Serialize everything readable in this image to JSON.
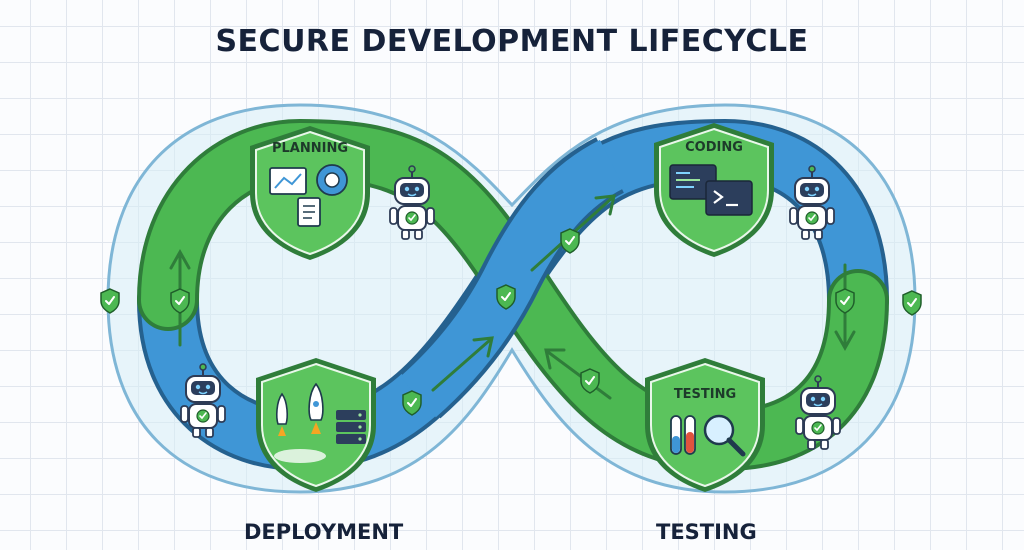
{
  "title": "SECURE DEVELOPMENT LIFECYCLE",
  "stages": {
    "planning": "PLANNING",
    "coding": "CODING",
    "testing": "TESTING",
    "deployment": "DEPLOYMENT"
  },
  "captions": {
    "deployment": "DEPLOYMENT",
    "testing": "TESTING"
  },
  "colors": {
    "green": "#4cb852",
    "green_dark": "#2f7d3a",
    "blue": "#3f96d6",
    "blue_dark": "#25618f",
    "ink": "#16223a",
    "halo": "#d7ecf6"
  },
  "icons": [
    "shield-check-icon",
    "arrow-icon",
    "robot-icon",
    "chart-icon",
    "gear-icon",
    "document-icon",
    "code-window-icon",
    "terminal-icon",
    "test-tube-icon",
    "magnifier-icon",
    "rocket-icon",
    "server-icon"
  ]
}
